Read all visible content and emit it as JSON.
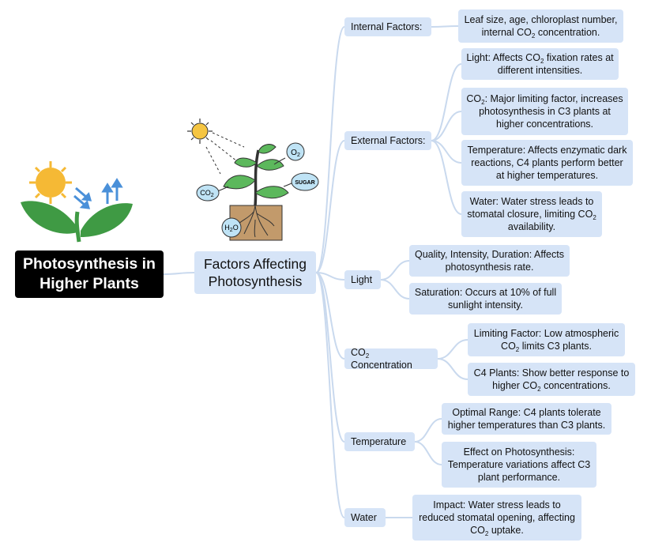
{
  "root": {
    "line1": "Photosynthesis in",
    "line2": "Higher Plants"
  },
  "center": {
    "line1": "Factors Affecting",
    "line2": "Photosynthesis"
  },
  "illustration": {
    "o2": "O",
    "o2_sub": "2",
    "sugar": "SUGAR",
    "co2": "CO",
    "co2_sub": "2",
    "h2o_h": "H",
    "h2o_sub": "2",
    "h2o_o": "O"
  },
  "branches": {
    "internal": {
      "label": "Internal Factors:",
      "detail": {
        "a": "Leaf size, age, chloroplast number,",
        "b": "internal CO",
        "sub": "2",
        "c": " concentration."
      }
    },
    "external": {
      "label": "External Factors:",
      "light": {
        "a": "Light: Affects CO",
        "sub": "2",
        "b": " fixation rates at",
        "c": "different intensities."
      },
      "co2": {
        "a": "CO",
        "sub": "2",
        "b": ": Major limiting factor, increases",
        "c": "photosynthesis in C3 plants at",
        "d": "higher concentrations."
      },
      "temp": {
        "a": "Temperature: Affects enzymatic dark",
        "b": "reactions, C4 plants perform better",
        "c": "at higher temperatures."
      },
      "water": {
        "a": "Water: Water stress leads to",
        "b": "stomatal closure, limiting CO",
        "sub": "2",
        "c": "availability."
      }
    },
    "light": {
      "label": "Light",
      "quality": {
        "a": "Quality, Intensity, Duration: Affects",
        "b": "photosynthesis rate."
      },
      "saturation": {
        "a": "Saturation: Occurs at 10% of full",
        "b": "sunlight intensity."
      }
    },
    "co2": {
      "label_a": "CO",
      "label_sub": "2",
      "label_b": " Concentration",
      "limiting": {
        "a": "Limiting Factor: Low atmospheric",
        "b": "CO",
        "sub": "2",
        "c": " limits C3 plants."
      },
      "c4": {
        "a": "C4 Plants: Show better response to",
        "b": "higher CO",
        "sub": "2",
        "c": " concentrations."
      }
    },
    "temperature": {
      "label": "Temperature",
      "optimal": {
        "a": "Optimal Range: C4 plants tolerate",
        "b": "higher temperatures than C3 plants."
      },
      "effect": {
        "a": "Effect on Photosynthesis:",
        "b": "Temperature variations affect C3",
        "c": "plant performance."
      }
    },
    "water": {
      "label": "Water",
      "impact": {
        "a": "Impact: Water stress leads to",
        "b": "reduced stomatal opening, affecting",
        "c": "CO",
        "sub": "2",
        "d": " uptake."
      }
    }
  },
  "colors": {
    "link": "#c9d9ee",
    "node_fill": "#d6e4f7",
    "root_fill": "#000000",
    "sun": "#f5b935",
    "leaf": "#3f9a44",
    "soil": "#c29a6b",
    "arrow_blue": "#4a90d9"
  }
}
